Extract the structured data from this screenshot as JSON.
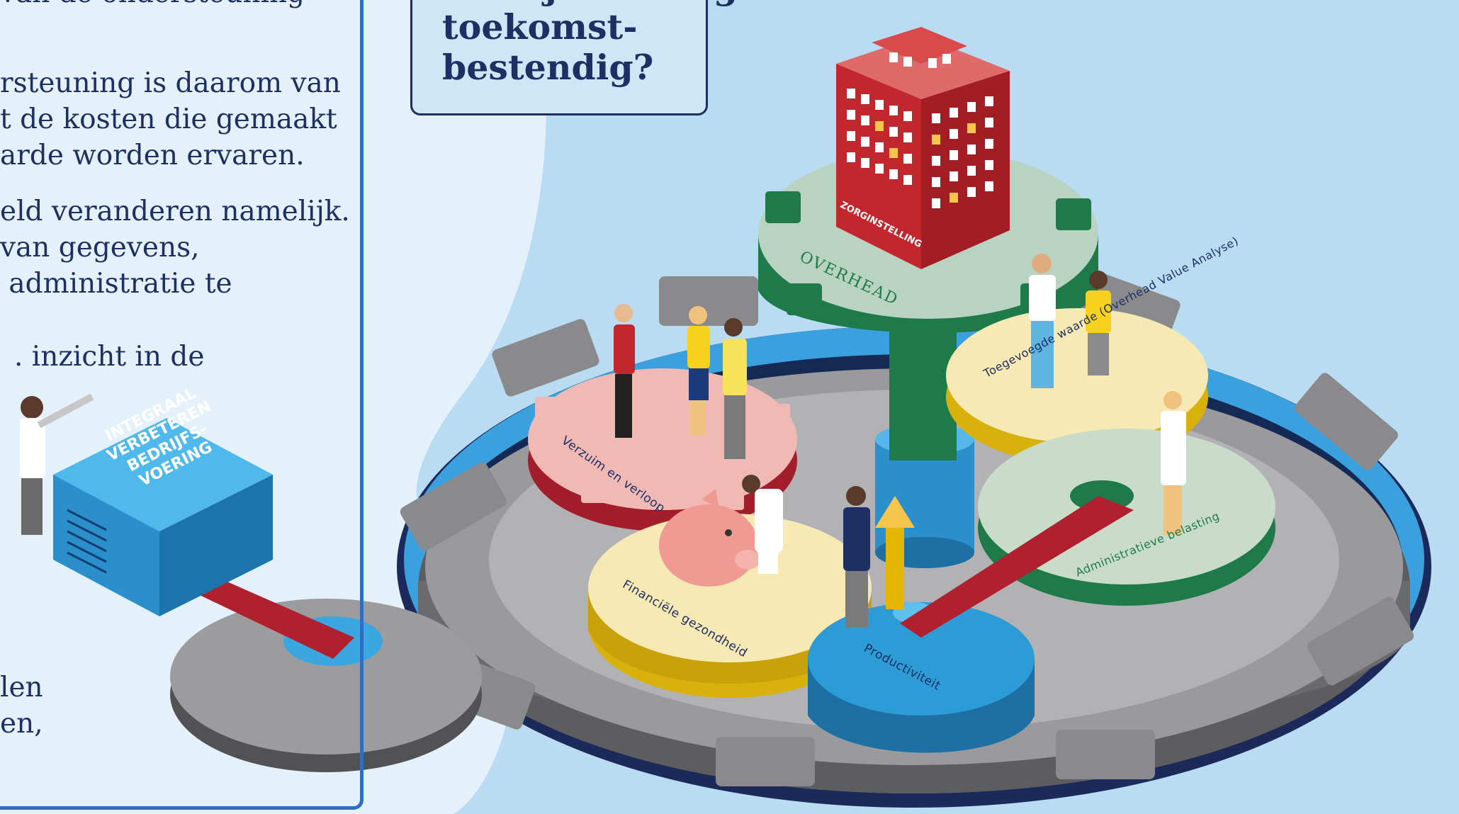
{
  "intro": {
    "top_partial": "van de ondersteuning",
    "para1": [
      "rsteuning is daarom van",
      "t de kosten die gemaakt",
      "arde worden ervaren."
    ],
    "para2": [
      "eld veranderen namelijk.",
      "van gegevens,",
      " administratie te"
    ],
    "para3": ". inzicht in de",
    "bottom": [
      "len",
      "en,"
    ]
  },
  "question": {
    "lines": [
      "bedrijfsvoering",
      "toekomst-",
      "bestendig?"
    ]
  },
  "machine": {
    "label_lines": [
      "INTEGRAAL",
      "VERBETEREN",
      "BEDRIJFS-",
      "VOERING"
    ]
  },
  "building": {
    "label": "ZORGINSTELLING"
  },
  "gears": {
    "overhead": "OVERHEAD",
    "verzuim": "Verzuim en verloop",
    "financiele": "Financiële gezondheid",
    "productiviteit": "Productiviteit",
    "toegevoegde": "Toegevoegde waarde (Overhead Value Analyse)",
    "administratieve": "Administratieve belasting"
  },
  "colors": {
    "background": "#b9dcf2",
    "navy": "#1d2f63",
    "panel_border": "#2d6fc2",
    "big_gear": "#8c8c8e",
    "overhead_gear": "#b9d3c2",
    "overhead_side": "#1f7a4a",
    "pink_gear": "#f1b9b4",
    "pink_side": "#a21e2c",
    "yellow_gear": "#f7e9b3",
    "yellow_side": "#d9b10d",
    "blue_gear": "#2c9bd6",
    "building_red": "#c1272d",
    "belt_red": "#b0202e"
  }
}
